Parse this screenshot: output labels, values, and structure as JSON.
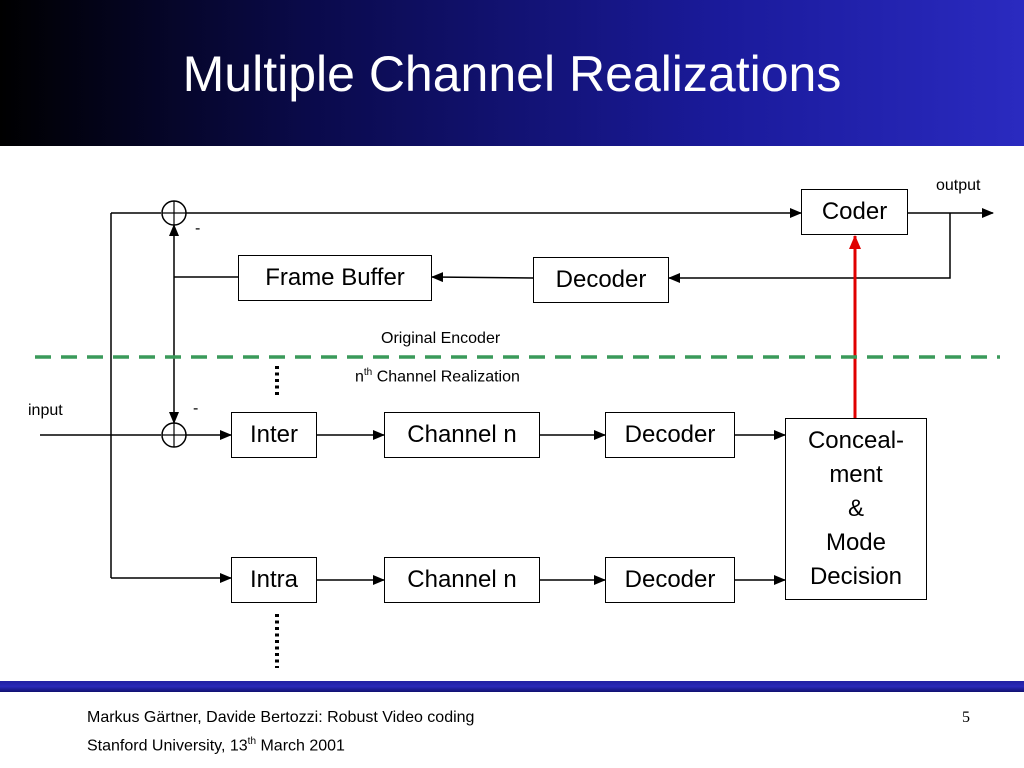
{
  "slide": {
    "title": "Multiple Channel Realizations",
    "page_number": "5"
  },
  "diagram": {
    "blocks": {
      "coder": "Coder",
      "frame_buffer": "Frame Buffer",
      "decoder_top": "Decoder",
      "inter": "Inter",
      "channel_inter": "Channel n",
      "decoder_inter": "Decoder",
      "intra": "Intra",
      "channel_intra": "Channel n",
      "decoder_intra": "Decoder",
      "conceal_lines": [
        "Conceal-",
        "ment",
        "&",
        "Mode",
        "Decision"
      ]
    },
    "labels": {
      "output": "output",
      "input": "input",
      "minus_top": "-",
      "minus_bottom": "-",
      "original_encoder": "Original Encoder",
      "nth_prefix": "n",
      "nth_sup": "th",
      "nth_rest": " Channel Realization"
    },
    "colors": {
      "line": "#000000",
      "feedback_arrow": "#e00000",
      "separator": "#3a9a5a"
    }
  },
  "footer": {
    "line1": "Markus Gärtner, Davide Bertozzi: Robust Video coding",
    "line2_prefix": "Stanford University, 13",
    "line2_sup": "th",
    "line2_suffix": " March 2001"
  }
}
